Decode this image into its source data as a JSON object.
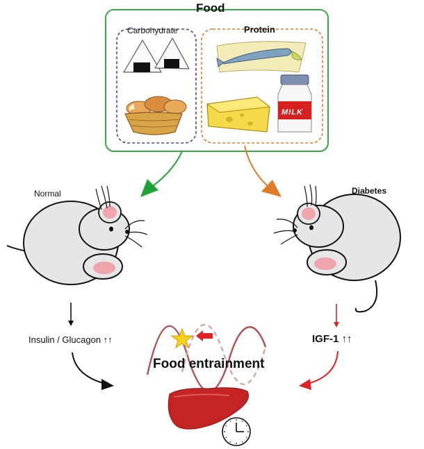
{
  "labels": {
    "food": "Food",
    "carbohydrate": "Carbohydrate",
    "protein": "Protein",
    "milk": "MILK",
    "normal": "Normal",
    "diabetes": "Diabetes",
    "insulin_glucagon": "Insulin / Glucagon ↑↑",
    "igf1": "IGF-1 ↑↑",
    "food_entrainment": "Food entrainment"
  },
  "colors": {
    "food_box": "#3aa84a",
    "carb_box": "#5a3f8f",
    "protein_box": "#e07b2a",
    "normal_arrow": "#1fa336",
    "diabetes_arrow": "#e07b2a",
    "mouse_body": "#e6e6e6",
    "ear_inner": "#f0a5ac",
    "liver": "#c42424",
    "wave": "#b05050",
    "red_arrow": "#dd2222"
  }
}
